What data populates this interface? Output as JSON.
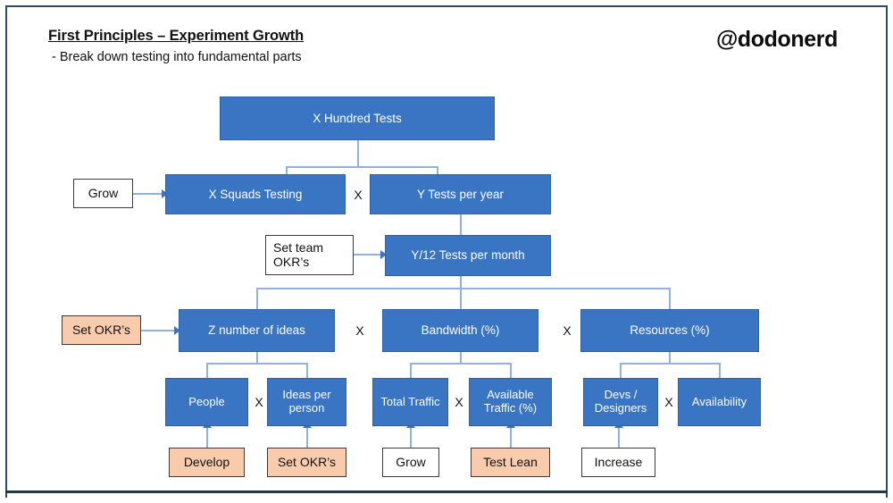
{
  "slide": {
    "title": "First Principles – Experiment Growth",
    "subtitle": "- Break down testing into fundamental parts",
    "handle": "@dodonerd",
    "frame_color": "#2e4a6b",
    "background": "#ffffff"
  },
  "colors": {
    "node_blue_fill": "#3a75c4",
    "node_blue_border": "#2f61a3",
    "node_blue_text": "#ffffff",
    "node_peach_fill": "#f8cbad",
    "node_plain_fill": "#ffffff",
    "node_outline_border": "#3b3b3b",
    "connector": "#8fb3dd",
    "arrow": "#3a75c4",
    "text_dark": "#111111"
  },
  "operators": {
    "times_row2": "X",
    "times_row4_a": "X",
    "times_row4_b": "X",
    "times_row5_a": "X",
    "times_row5_b": "X",
    "times_row5_c": "X"
  },
  "nodes": {
    "root": {
      "label": "X Hundred Tests",
      "type": "blue"
    },
    "squads": {
      "label": "X Squads Testing",
      "type": "blue"
    },
    "tests_per_year": {
      "label": "Y Tests per year",
      "type": "blue"
    },
    "tests_per_month": {
      "label": "Y/12 Tests per month",
      "type": "blue"
    },
    "ideas": {
      "label": "Z number of ideas",
      "type": "blue"
    },
    "bandwidth": {
      "label": "Bandwidth (%)",
      "type": "blue"
    },
    "resources": {
      "label": "Resources (%)",
      "type": "blue"
    },
    "people": {
      "label": "People",
      "type": "blue"
    },
    "ideas_per_person": {
      "label": "Ideas per person",
      "type": "blue"
    },
    "total_traffic": {
      "label": "Total Traffic",
      "type": "blue"
    },
    "available_traffic": {
      "label": "Available Traffic (%)",
      "type": "blue"
    },
    "devs_designers": {
      "label": "Devs / Designers",
      "type": "blue"
    },
    "availability": {
      "label": "Availability",
      "type": "blue"
    }
  },
  "actions": {
    "grow_squads": {
      "label": "Grow",
      "type": "plain"
    },
    "set_team_okrs": {
      "label": "Set team OKR’s",
      "type": "plain"
    },
    "set_okrs_ideas": {
      "label": "Set OKR’s",
      "type": "peach"
    },
    "develop": {
      "label": "Develop",
      "type": "peach"
    },
    "set_okrs_ideas_per_person": {
      "label": "Set OKR’s",
      "type": "peach"
    },
    "grow_traffic": {
      "label": "Grow",
      "type": "plain"
    },
    "test_lean": {
      "label": "Test Lean",
      "type": "peach"
    },
    "increase": {
      "label": "Increase",
      "type": "plain"
    }
  }
}
